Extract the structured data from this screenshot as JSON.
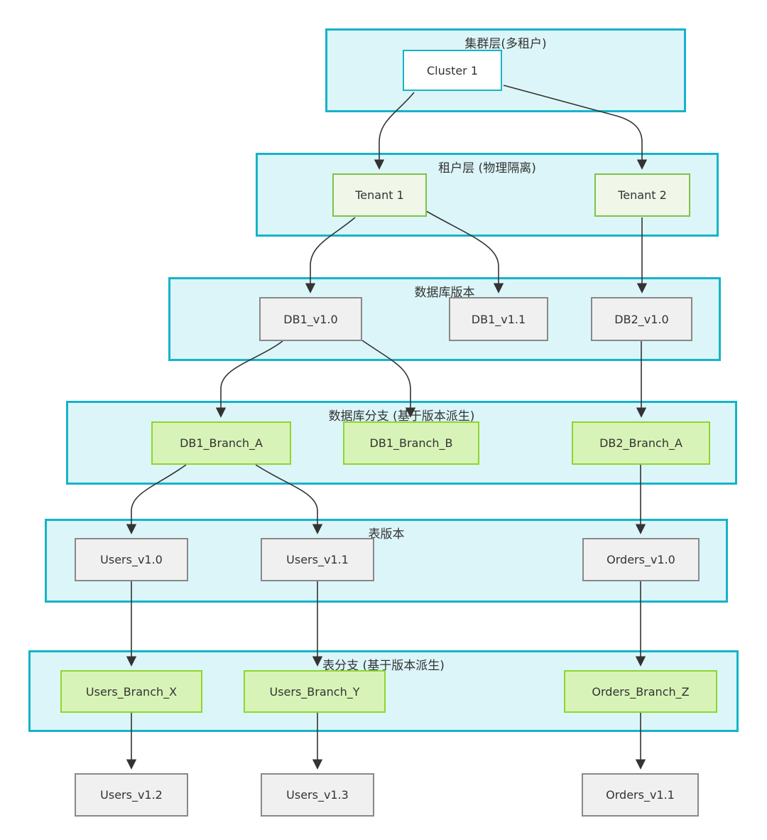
{
  "diagram": {
    "type": "flowchart",
    "containers": {
      "cluster_layer": {
        "title": "集群层(多租户)"
      },
      "tenant_layer": {
        "title": "租户层 (物理隔离)"
      },
      "db_version_layer": {
        "title": "数据库版本"
      },
      "db_branch_layer": {
        "title": "数据库分支 (基于版本派生)"
      },
      "table_version_layer": {
        "title": "表版本"
      },
      "table_branch_layer": {
        "title": "表分支 (基于版本派生)"
      }
    },
    "nodes": {
      "cluster1": {
        "label": "Cluster 1",
        "type": "cluster"
      },
      "tenant1": {
        "label": "Tenant 1",
        "type": "tenant"
      },
      "tenant2": {
        "label": "Tenant 2",
        "type": "tenant"
      },
      "db1_v1_0": {
        "label": "DB1_v1.0",
        "type": "version"
      },
      "db1_v1_1": {
        "label": "DB1_v1.1",
        "type": "version"
      },
      "db2_v1_0": {
        "label": "DB2_v1.0",
        "type": "version"
      },
      "db1_branch_a": {
        "label": "DB1_Branch_A",
        "type": "branch"
      },
      "db1_branch_b": {
        "label": "DB1_Branch_B",
        "type": "branch"
      },
      "db2_branch_a": {
        "label": "DB2_Branch_A",
        "type": "branch"
      },
      "users_v1_0": {
        "label": "Users_v1.0",
        "type": "version"
      },
      "users_v1_1": {
        "label": "Users_v1.1",
        "type": "version"
      },
      "orders_v1_0": {
        "label": "Orders_v1.0",
        "type": "version"
      },
      "users_branch_x": {
        "label": "Users_Branch_X",
        "type": "branch"
      },
      "users_branch_y": {
        "label": "Users_Branch_Y",
        "type": "branch"
      },
      "orders_branch_z": {
        "label": "Orders_Branch_Z",
        "type": "branch"
      },
      "users_v1_2": {
        "label": "Users_v1.2",
        "type": "version"
      },
      "users_v1_3": {
        "label": "Users_v1.3",
        "type": "version"
      },
      "orders_v1_1": {
        "label": "Orders_v1.1",
        "type": "version"
      }
    },
    "edges": [
      {
        "from": "cluster1",
        "to": "tenant1"
      },
      {
        "from": "cluster1",
        "to": "tenant2"
      },
      {
        "from": "tenant1",
        "to": "db1_v1_0"
      },
      {
        "from": "tenant1",
        "to": "db1_v1_1"
      },
      {
        "from": "tenant2",
        "to": "db2_v1_0"
      },
      {
        "from": "db1_v1_0",
        "to": "db1_branch_a"
      },
      {
        "from": "db1_v1_0",
        "to": "db1_branch_b"
      },
      {
        "from": "db2_v1_0",
        "to": "db2_branch_a"
      },
      {
        "from": "db1_branch_a",
        "to": "users_v1_0"
      },
      {
        "from": "db1_branch_a",
        "to": "users_v1_1"
      },
      {
        "from": "db2_branch_a",
        "to": "orders_v1_0"
      },
      {
        "from": "users_v1_0",
        "to": "users_branch_x"
      },
      {
        "from": "users_v1_1",
        "to": "users_branch_y"
      },
      {
        "from": "orders_v1_0",
        "to": "orders_branch_z"
      },
      {
        "from": "users_branch_x",
        "to": "users_v1_2"
      },
      {
        "from": "users_branch_y",
        "to": "users_v1_3"
      },
      {
        "from": "orders_branch_z",
        "to": "orders_v1_1"
      }
    ],
    "colors": {
      "container_fill": "#dcf5f8",
      "container_border": "#16b3c9",
      "cluster_node_fill": "#ffffff",
      "cluster_node_border": "#16b3c9",
      "tenant_node_fill": "#f0f7e8",
      "tenant_node_border": "#7fc24a",
      "branch_node_fill": "#d8f3b7",
      "branch_node_border": "#8ed62d",
      "version_node_fill": "#f0f0f0",
      "version_node_border": "#898989",
      "edge_color": "#333333",
      "text_color": "#333333"
    }
  }
}
